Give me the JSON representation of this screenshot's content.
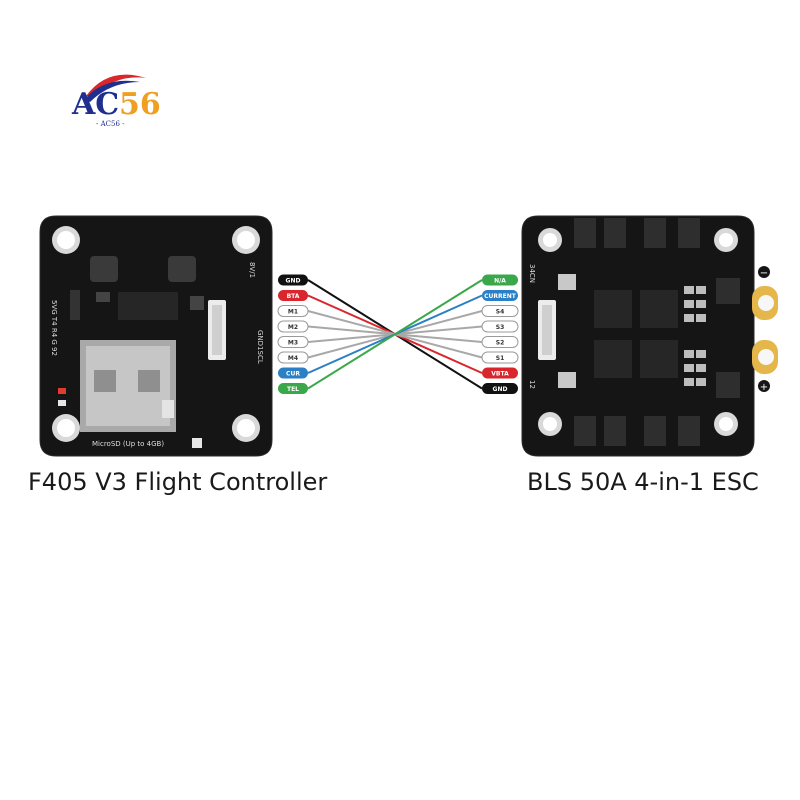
{
  "logo": {
    "text_main": "AC",
    "text_accent": "56",
    "subtext": "- AC56 -",
    "colors": {
      "primary": "#1f2f8f",
      "accent": "#f0a020",
      "swoosh": "#d8282b"
    }
  },
  "flight_controller": {
    "caption": "F405 V3 Flight Controller",
    "sd_label": "MicroSD (Up to 4GB)",
    "silk_top": "8V/1",
    "silk_side_left": "5VG T4 R4 G 92",
    "silk_side_right": "GND1SCL"
  },
  "esc": {
    "caption": "BLS 50A 4-in-1 ESC",
    "silk_top": "34CN",
    "silk_bottom": "12",
    "power_minus": "−",
    "power_plus": "+"
  },
  "left_pins": [
    {
      "label": "GND",
      "color": "#111111"
    },
    {
      "label": "BTA",
      "color": "#d8262c"
    },
    {
      "label": "M1",
      "color": "#9a9a9a"
    },
    {
      "label": "M2",
      "color": "#9a9a9a"
    },
    {
      "label": "M3",
      "color": "#9a9a9a"
    },
    {
      "label": "M4",
      "color": "#9a9a9a"
    },
    {
      "label": "CUR",
      "color": "#2b7fc4"
    },
    {
      "label": "TEL",
      "color": "#3aa84a"
    }
  ],
  "right_pins": [
    {
      "label": "N/A",
      "color": "#3aa84a"
    },
    {
      "label": "CURRENT",
      "color": "#2b7fc4"
    },
    {
      "label": "S4",
      "color": "#9a9a9a"
    },
    {
      "label": "S3",
      "color": "#9a9a9a"
    },
    {
      "label": "S2",
      "color": "#9a9a9a"
    },
    {
      "label": "S1",
      "color": "#9a9a9a"
    },
    {
      "label": "VBTA",
      "color": "#d8262c"
    },
    {
      "label": "GND",
      "color": "#111111"
    }
  ],
  "connections": [
    {
      "from": "GND",
      "to": "GND"
    },
    {
      "from": "BTA",
      "to": "VBTA"
    },
    {
      "from": "M1",
      "to": "S1"
    },
    {
      "from": "M2",
      "to": "S2"
    },
    {
      "from": "M3",
      "to": "S3"
    },
    {
      "from": "M4",
      "to": "S4"
    },
    {
      "from": "CUR",
      "to": "CURRENT"
    },
    {
      "from": "TEL",
      "to": "N/A"
    }
  ]
}
